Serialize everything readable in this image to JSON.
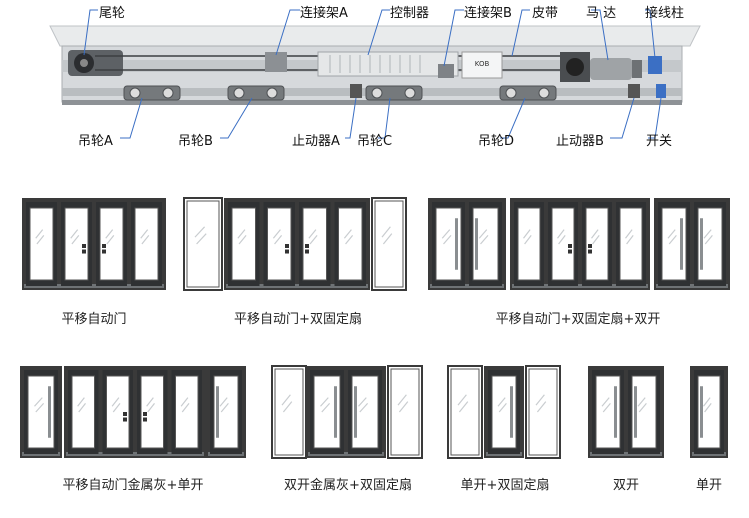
{
  "mechanism": {
    "labels_top": [
      "尾轮",
      "连接架A",
      "控制器",
      "连接架B",
      "皮带",
      "马 达",
      "接线柱"
    ],
    "labels_bottom": [
      "吊轮A",
      "吊轮B",
      "止动器A",
      "吊轮C",
      "吊轮D",
      "止动器B",
      "开关"
    ],
    "controller_brand": "KOB"
  },
  "door_types": [
    "平移自动门",
    "平移自动门+双固定扇",
    "平移自动门+双固定扇+双开",
    "平移自动门金属灰+单开",
    "双开金属灰+双固定扇",
    "单开+双固定扇",
    "双开",
    "单开"
  ],
  "colors": {
    "frame": "#3a3a3a",
    "glass": "#ffffff",
    "rail": "#cfd3d6",
    "leader": "#3b6fc4"
  }
}
